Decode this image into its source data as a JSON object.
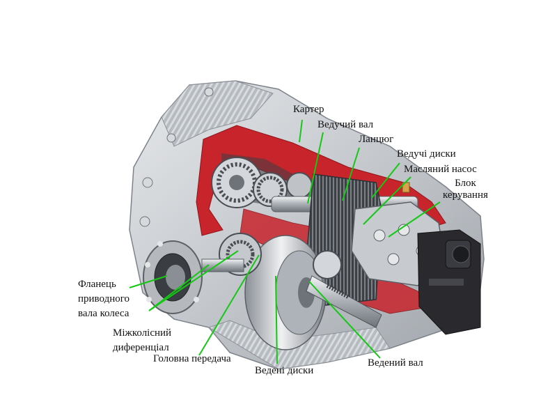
{
  "diagram": {
    "labels": {
      "housing": "Картер",
      "drive_shaft": "Ведучий вал",
      "chain": "Ланцюг",
      "drive_discs": "Ведучі диски",
      "oil_pump": "Масляний насос",
      "control_unit": [
        "Блок",
        "керування"
      ],
      "flange": [
        "Фланець",
        "приводного",
        "вала колеса"
      ],
      "differential": [
        "Міжколісний",
        "диференціал"
      ],
      "main_gear": "Головна передача",
      "driven_discs": "Ведені диски",
      "driven_shaft": "Ведений вал"
    },
    "colors": {
      "leader": "#14c814",
      "housing_grey": "#c9ccd0",
      "cutaway_red": "#c8242c",
      "dark_part": "#2a2a2e"
    }
  }
}
